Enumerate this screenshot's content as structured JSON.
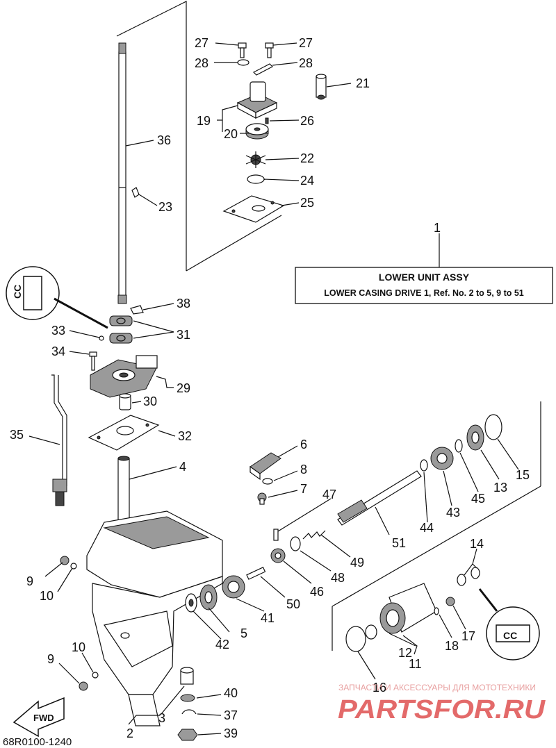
{
  "title_box": {
    "line1": "LOWER UNIT ASSY",
    "line2": "LOWER CASING DRIVE 1, Ref. No. 2 to 5, 9 to 51"
  },
  "diagram_code": "68R0100-1240",
  "fwd_label": "FWD",
  "watermark": {
    "small": "ЗАПЧАСТИ И АКСЕССУАРЫ ДЛЯ МОТОТЕХНИКИ",
    "large": "PARTSFOR.RU"
  },
  "callouts": [
    "1",
    "2",
    "3",
    "4",
    "5",
    "6",
    "7",
    "8",
    "9",
    "9",
    "10",
    "10",
    "11",
    "12",
    "13",
    "14",
    "15",
    "16",
    "17",
    "18",
    "19",
    "20",
    "21",
    "22",
    "23",
    "24",
    "25",
    "26",
    "27",
    "27",
    "28",
    "28",
    "29",
    "30",
    "31",
    "32",
    "33",
    "34",
    "35",
    "36",
    "37",
    "38",
    "39",
    "40",
    "41",
    "42",
    "43",
    "44",
    "45",
    "46",
    "47",
    "48",
    "49",
    "50",
    "51"
  ],
  "colors": {
    "ink": "#111111",
    "watermark": "#e36a6a"
  },
  "icons": [
    "grease-tube-icon",
    "fwd-arrow-icon"
  ]
}
